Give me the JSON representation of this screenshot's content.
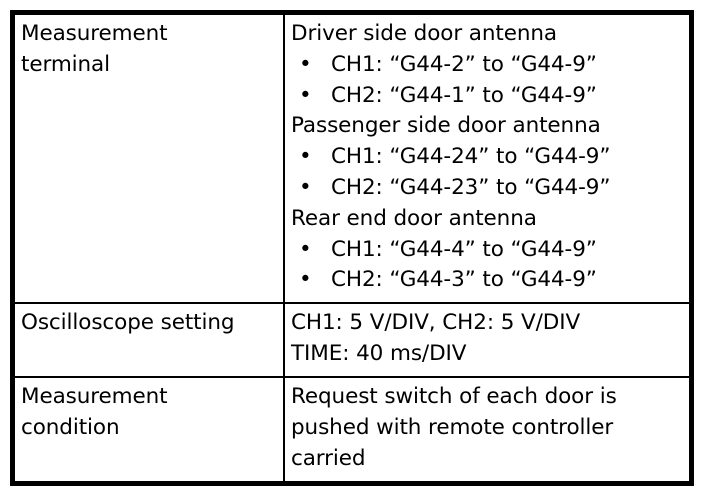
{
  "table": {
    "rows": [
      {
        "label": "Measurement terminal",
        "label_lines": [
          "Measurement",
          "terminal"
        ],
        "groups": [
          {
            "heading": "Driver side door antenna",
            "items": [
              {
                "bullet": "•",
                "text": "CH1: “G44-2” to “G44-9”"
              },
              {
                "bullet": "•",
                "text": "CH2: “G44-1” to “G44-9”"
              }
            ]
          },
          {
            "heading": "Passenger side door antenna",
            "items": [
              {
                "bullet": "•",
                "text": "CH1: “G44-24” to “G44-9”"
              },
              {
                "bullet": "•",
                "text": "CH2: “G44-23” to “G44-9”"
              }
            ]
          },
          {
            "heading": "Rear end door antenna",
            "items": [
              {
                "bullet": "•",
                "text": "CH1: “G44-4” to “G44-9”"
              },
              {
                "bullet": "•",
                "text": "CH2: “G44-3” to “G44-9”"
              }
            ]
          }
        ]
      },
      {
        "label": "Oscilloscope setting",
        "value_lines": [
          "CH1: 5 V/DIV, CH2: 5 V/DIV",
          "TIME: 40 ms/DIV"
        ]
      },
      {
        "label": "Measurement condition",
        "label_lines": [
          "Measurement",
          "condition"
        ],
        "value_text": "Request switch of each door is pushed with remote controller carried"
      }
    ]
  },
  "style": {
    "border_color": "#000000",
    "text_color": "#000000",
    "background": "#ffffff"
  }
}
